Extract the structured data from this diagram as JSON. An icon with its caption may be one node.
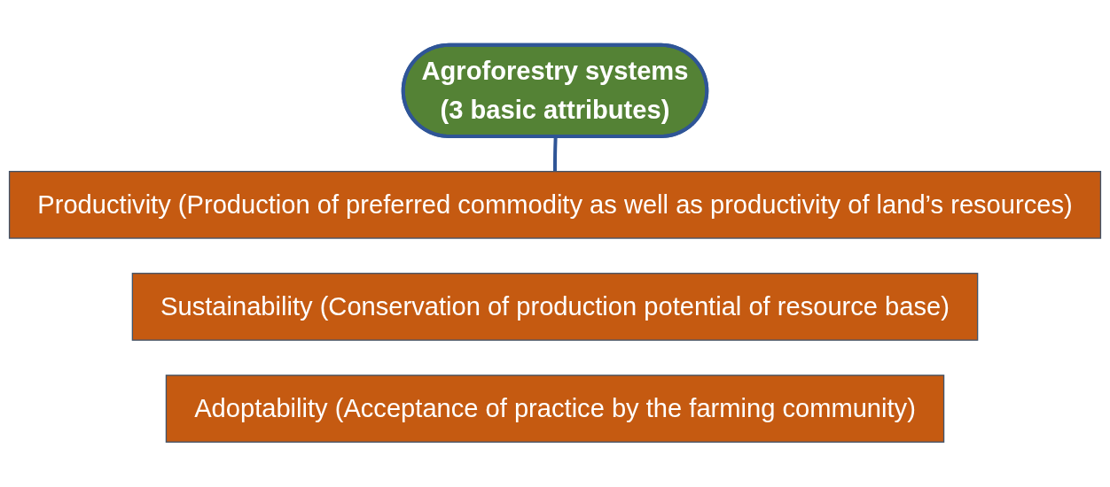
{
  "diagram": {
    "nodes": [
      {
        "text": [
          "Agroforestry systems",
          "(3 basic attributes)"
        ]
      },
      {
        "text": [
          "Productivity (Production of preferred commodity as well as productivity of land’s resources)"
        ]
      },
      {
        "text": [
          "Sustainability (Conservation of production potential of resource base)"
        ]
      },
      {
        "text": [
          "Adoptability (Acceptance of practice by the farming community)"
        ]
      }
    ],
    "edges": [
      {
        "from": 0,
        "to": 1,
        "arrow": "none"
      }
    ]
  }
}
